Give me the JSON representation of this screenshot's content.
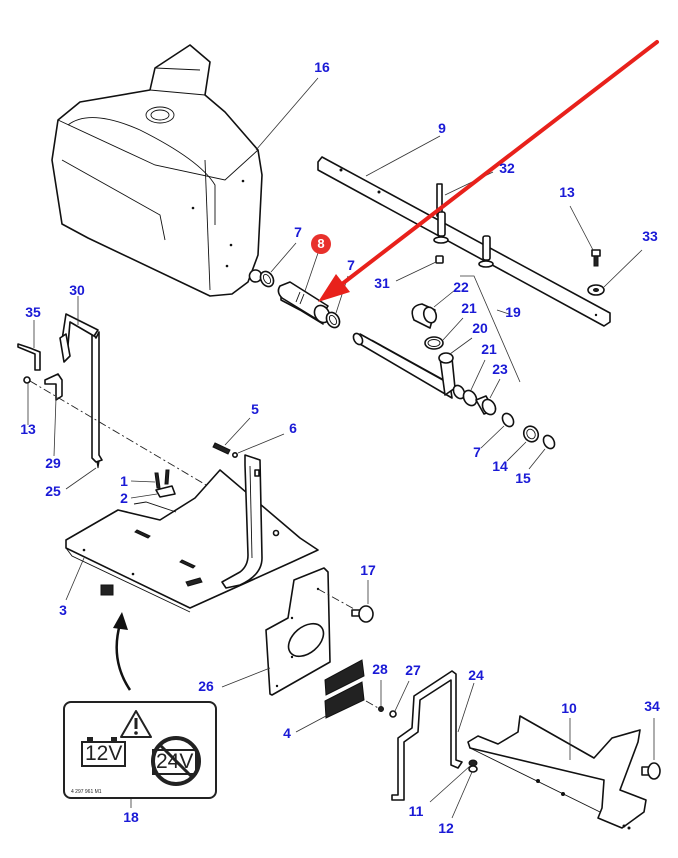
{
  "diagram": {
    "type": "exploded-parts-diagram",
    "highlighted_part": "8",
    "highlight_color": "#e8312c",
    "callout_color": "#1a1ad6",
    "arrow_color": "#e8211b"
  },
  "callouts": [
    {
      "id": "16",
      "label": "16",
      "part": "tank"
    },
    {
      "id": "9",
      "label": "9",
      "part": "mounting-bar"
    },
    {
      "id": "32",
      "label": "32",
      "part": "stud"
    },
    {
      "id": "13a",
      "label": "13",
      "part": "bolt"
    },
    {
      "id": "33",
      "label": "33",
      "part": "washer"
    },
    {
      "id": "7a",
      "label": "7",
      "part": "hose-clamp"
    },
    {
      "id": "8",
      "label": "8",
      "part": "hose",
      "highlighted": true
    },
    {
      "id": "7b",
      "label": "7",
      "part": "hose-clamp"
    },
    {
      "id": "31",
      "label": "31",
      "part": "nut"
    },
    {
      "id": "22",
      "label": "22",
      "part": "elbow"
    },
    {
      "id": "21a",
      "label": "21",
      "part": "clamp"
    },
    {
      "id": "20",
      "label": "20",
      "part": "tee-fitting"
    },
    {
      "id": "19",
      "label": "19",
      "part": "pipe-assembly"
    },
    {
      "id": "21b",
      "label": "21",
      "part": "clamp"
    },
    {
      "id": "23",
      "label": "23",
      "part": "hose"
    },
    {
      "id": "7c",
      "label": "7",
      "part": "hose-clamp"
    },
    {
      "id": "14",
      "label": "14",
      "part": "fitting"
    },
    {
      "id": "15",
      "label": "15",
      "part": "o-ring"
    },
    {
      "id": "30",
      "label": "30",
      "part": "hold-down-rod"
    },
    {
      "id": "35",
      "label": "35",
      "part": "bracket"
    },
    {
      "id": "13b",
      "label": "13",
      "part": "bolt"
    },
    {
      "id": "29",
      "label": "29",
      "part": "bracket"
    },
    {
      "id": "25",
      "label": "25",
      "part": "pin"
    },
    {
      "id": "5",
      "label": "5",
      "part": "bolt"
    },
    {
      "id": "6",
      "label": "6",
      "part": "nut"
    },
    {
      "id": "1",
      "label": "1",
      "part": "screw"
    },
    {
      "id": "2",
      "label": "2",
      "part": "clip"
    },
    {
      "id": "3",
      "label": "3",
      "part": "battery-tray"
    },
    {
      "id": "17",
      "label": "17",
      "part": "knob"
    },
    {
      "id": "26",
      "label": "26",
      "part": "cover-plate"
    },
    {
      "id": "28",
      "label": "28",
      "part": "nut"
    },
    {
      "id": "27",
      "label": "27",
      "part": "nut"
    },
    {
      "id": "24",
      "label": "24",
      "part": "hold-down-rod"
    },
    {
      "id": "4",
      "label": "4",
      "part": "grille"
    },
    {
      "id": "10",
      "label": "10",
      "part": "support-bracket"
    },
    {
      "id": "34",
      "label": "34",
      "part": "knob"
    },
    {
      "id": "11",
      "label": "11",
      "part": "washer"
    },
    {
      "id": "12",
      "label": "12",
      "part": "nut"
    },
    {
      "id": "18",
      "label": "18",
      "part": "warning-decal"
    }
  ],
  "decal": {
    "warning_symbol": "warning-triangle-icon",
    "allowed_voltage": "12V",
    "forbidden_voltage": "24V",
    "code": "4 297 961 M1"
  }
}
